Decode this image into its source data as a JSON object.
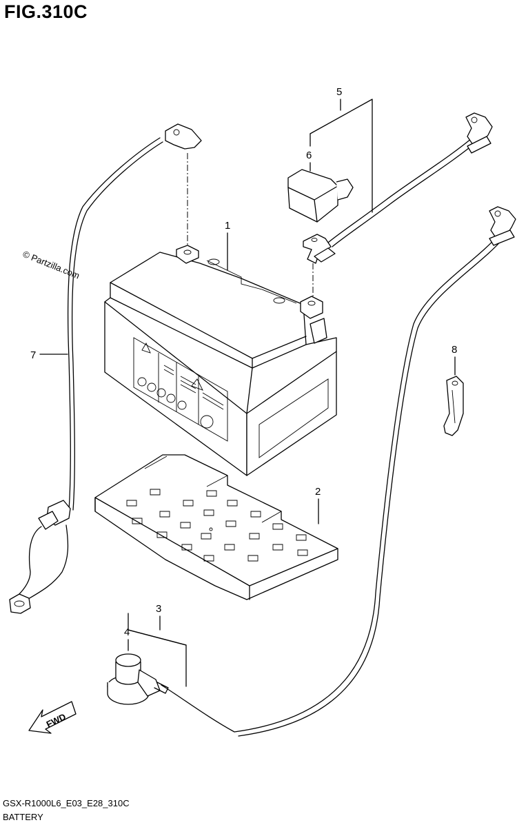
{
  "figure": {
    "title": "FIG.310C",
    "model_code": "GSX-R1000L6_E03_E28_310C",
    "caption": "BATTERY",
    "watermark": "© Partzilla.com",
    "fwd_label": "FWD"
  },
  "callouts": [
    "1",
    "2",
    "3",
    "4",
    "5",
    "6",
    "7",
    "8"
  ]
}
